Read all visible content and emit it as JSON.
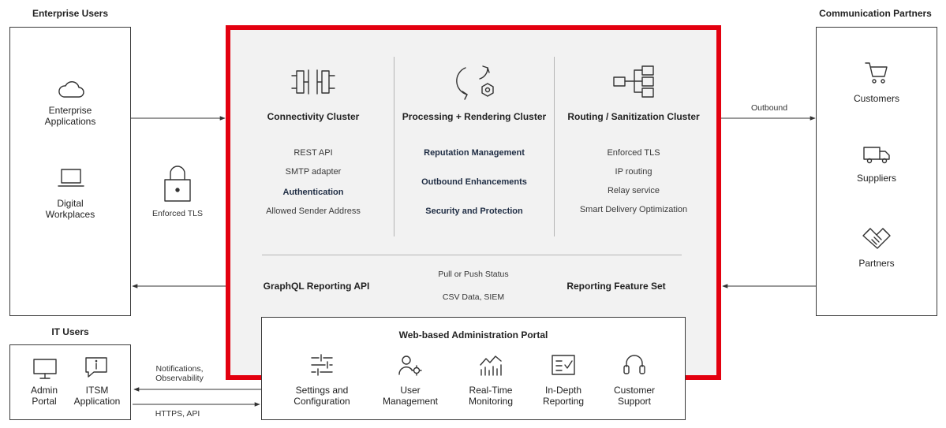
{
  "enterprise": {
    "heading": "Enterprise Users",
    "apps_label_1": "Enterprise",
    "apps_label_2": "Applications",
    "work_label_1": "Digital",
    "work_label_2": "Workplaces"
  },
  "tls_label": "Enforced TLS",
  "partners": {
    "heading": "Communication Partners",
    "customers": "Customers",
    "suppliers": "Suppliers",
    "partners": "Partners"
  },
  "outbound_label": "Outbound",
  "clusters": {
    "connectivity": {
      "title": "Connectivity Cluster",
      "items": [
        {
          "text": "REST API"
        },
        {
          "text": "SMTP adapter"
        },
        {
          "text": "Authentication"
        },
        {
          "text": "Allowed Sender Address"
        }
      ]
    },
    "processing": {
      "title": "Processing + Rendering Cluster",
      "items": [
        {
          "text": "Reputation Management"
        },
        {
          "text": "Outbound Enhancements"
        },
        {
          "text": "Security and Protection"
        }
      ]
    },
    "routing": {
      "title": "Routing / Sanitization Cluster",
      "items": [
        {
          "text": "Enforced TLS"
        },
        {
          "text": "IP routing"
        },
        {
          "text": "Relay service"
        },
        {
          "text": "Smart Delivery Optimization"
        }
      ]
    }
  },
  "reporting": {
    "api": "GraphQL Reporting API",
    "feature_set": "Reporting Feature Set",
    "pull_push": "Pull or Push Status",
    "csv": "CSV Data, SIEM"
  },
  "portal": {
    "title": "Web-based Administration Portal",
    "items": [
      {
        "line1": "Settings and",
        "line2": "Configuration",
        "icon": "sliders-icon"
      },
      {
        "line1": "User",
        "line2": "Management",
        "icon": "user-gear-icon"
      },
      {
        "line1": "Real-Time",
        "line2": "Monitoring",
        "icon": "chart-icon"
      },
      {
        "line1": "In-Depth",
        "line2": "Reporting",
        "icon": "checklist-icon"
      },
      {
        "line1": "Customer",
        "line2": "Support",
        "icon": "headset-icon"
      }
    ]
  },
  "it_users": {
    "heading": "IT Users",
    "admin_1": "Admin",
    "admin_2": "Portal",
    "itsm_1": "ITSM",
    "itsm_2": "Application"
  },
  "arrows": {
    "notifications_1": "Notifications,",
    "notifications_2": "Observability",
    "https": "HTTPS, API"
  },
  "colors": {
    "accent_red": "#e3000f",
    "panel_bg": "#f2f2f2"
  }
}
